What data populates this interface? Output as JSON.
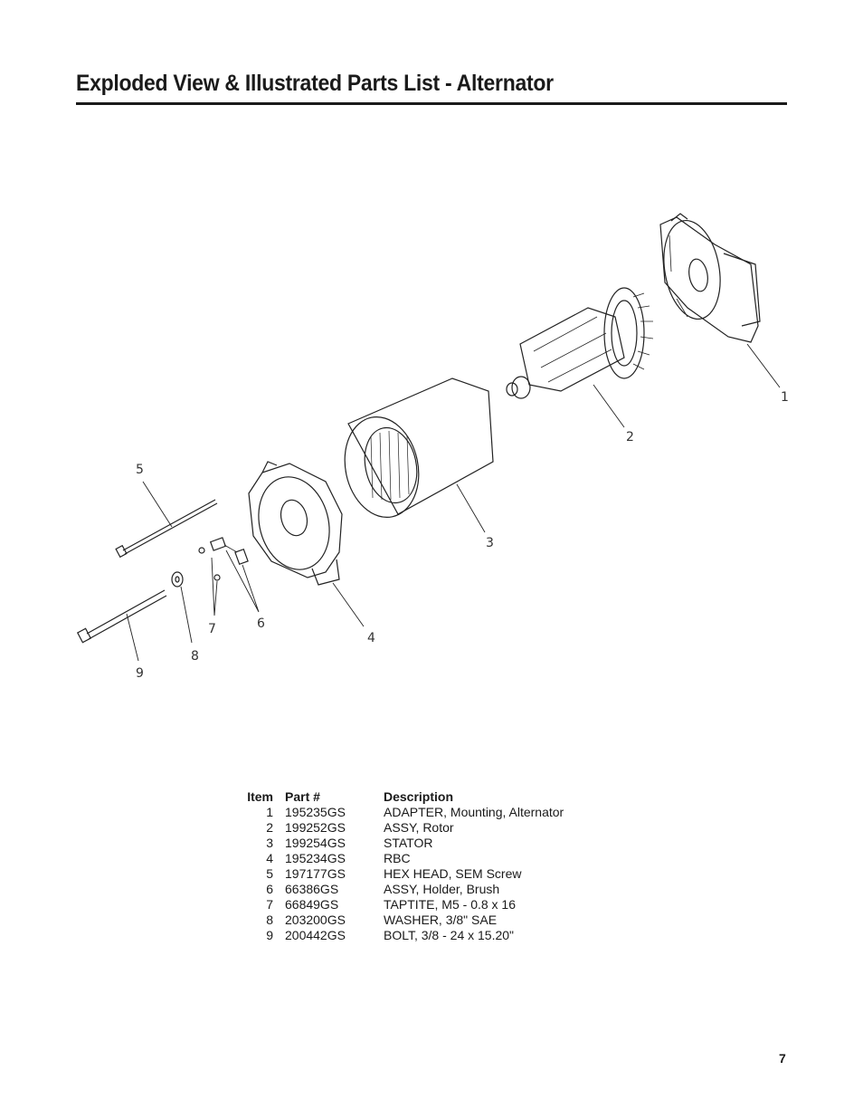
{
  "page": {
    "title": "Exploded View & Illustrated Parts List - Alternator",
    "page_number": "7"
  },
  "diagram": {
    "callouts": [
      "1",
      "2",
      "3",
      "4",
      "5",
      "6",
      "7",
      "8",
      "9"
    ]
  },
  "parts_table": {
    "headers": {
      "item": "Item",
      "part": "Part #",
      "description": "Description"
    },
    "rows": [
      {
        "item": "1",
        "part": "195235GS",
        "description": "ADAPTER, Mounting, Alternator"
      },
      {
        "item": "2",
        "part": "199252GS",
        "description": "ASSY, Rotor"
      },
      {
        "item": "3",
        "part": "199254GS",
        "description": "STATOR"
      },
      {
        "item": "4",
        "part": "195234GS",
        "description": "RBC"
      },
      {
        "item": "5",
        "part": "197177GS",
        "description": "HEX HEAD, SEM Screw"
      },
      {
        "item": "6",
        "part": "66386GS",
        "description": "ASSY, Holder, Brush"
      },
      {
        "item": "7",
        "part": "66849GS",
        "description": "TAPTITE, M5 - 0.8 x 16"
      },
      {
        "item": "8",
        "part": "203200GS",
        "description": "WASHER, 3/8\" SAE"
      },
      {
        "item": "9",
        "part": "200442GS",
        "description": "BOLT, 3/8 - 24 x 15.20\""
      }
    ]
  }
}
